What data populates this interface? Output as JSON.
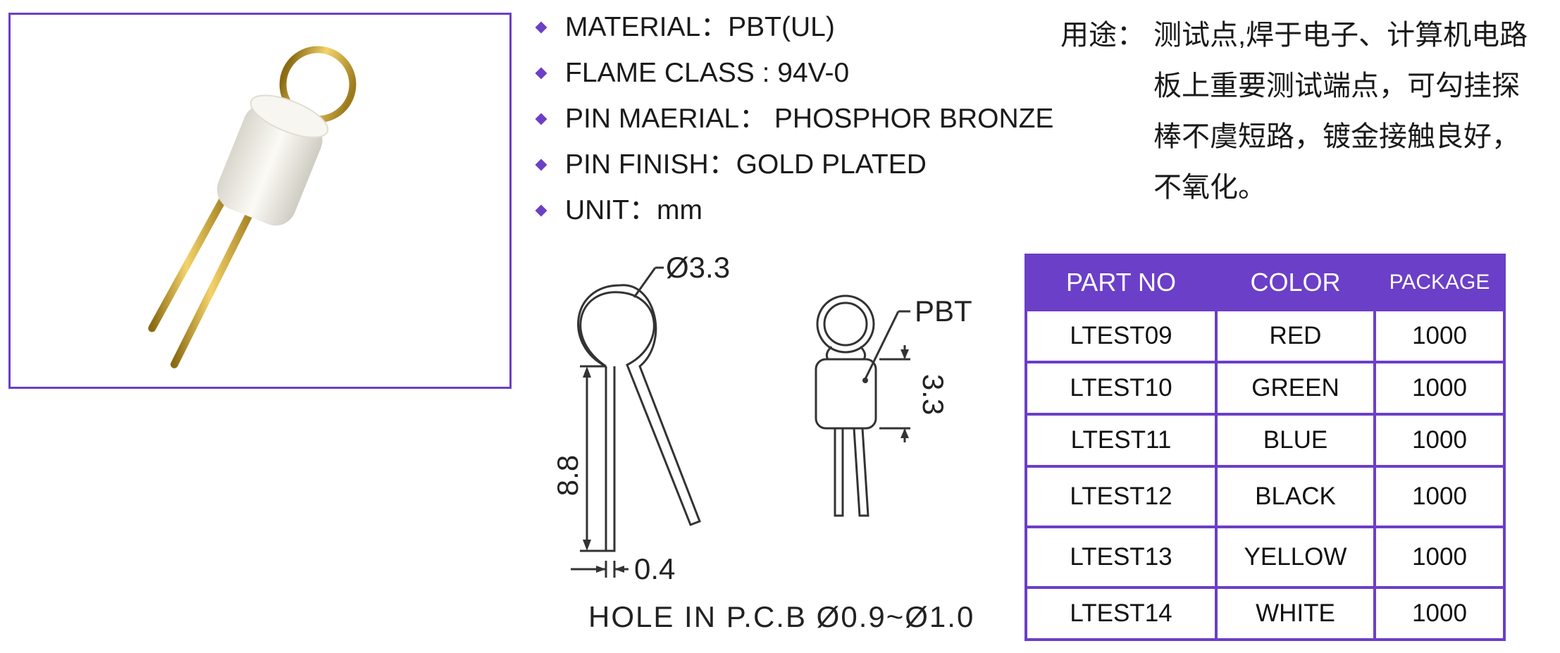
{
  "specs": [
    {
      "label": "MATERIAL：PBT(UL)"
    },
    {
      "label": "FLAME CLASS : 94V-0"
    },
    {
      "label": "PIN MAERIAL： PHOSPHOR BRONZE"
    },
    {
      "label": "PIN FINISH：GOLD PLATED"
    },
    {
      "label": "UNIT：mm"
    }
  ],
  "usage": {
    "label": "用途：",
    "lines": [
      "测试点,焊于电子、计算机电路",
      "板上重要测试端点，可勾挂探",
      "棒不虞短路，镀金接触良好，",
      "不氧化。"
    ]
  },
  "drawing": {
    "ring_dia": "Ø3.3",
    "body_label": "PBT",
    "height_dim": "8.8",
    "body_dim": "3.3",
    "pin_dim": "0.4",
    "hole_note": "HOLE  IN  P.C.B  Ø0.9~Ø1.0"
  },
  "table": {
    "headers": [
      "PART NO",
      "COLOR",
      "PACKAGE"
    ],
    "rows": [
      [
        "LTEST09",
        "RED",
        "1000"
      ],
      [
        "LTEST10",
        "GREEN",
        "1000"
      ],
      [
        "LTEST11",
        "BLUE",
        "1000"
      ],
      [
        "LTEST12",
        "BLACK",
        "1000"
      ],
      [
        "LTEST13",
        "YELLOW",
        "1000"
      ],
      [
        "LTEST14",
        "WHITE",
        "1000"
      ]
    ]
  },
  "colors": {
    "accent": "#6b3fc7",
    "gold": "#c9a227",
    "body": "#f3f1ea"
  }
}
